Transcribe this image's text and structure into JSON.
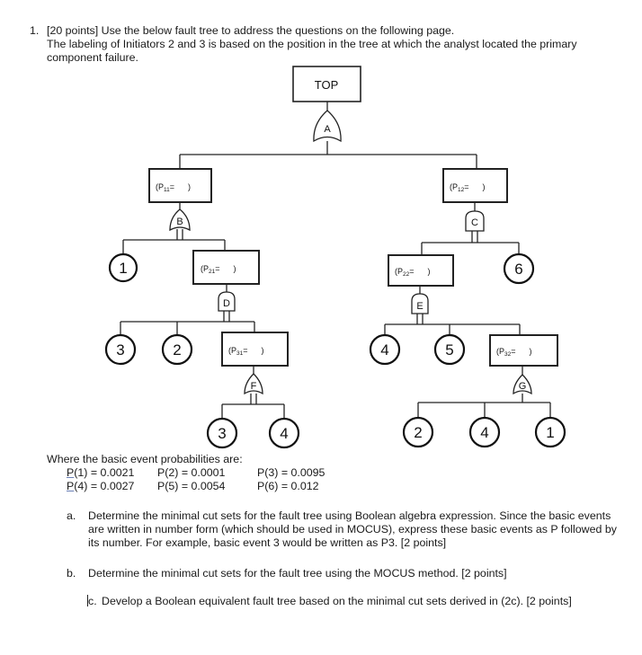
{
  "question": {
    "number": "1.",
    "line1": "[20 points] Use the below fault tree to address the questions on the following page.",
    "line2": "The labeling of Initiators 2 and 3 is based on the position in the tree at which the analyst located the primary",
    "line3": "component failure."
  },
  "tree": {
    "top": "TOP",
    "gates": {
      "A": "A",
      "B": "B",
      "C": "C",
      "D": "D",
      "E": "E",
      "F": "F",
      "G": "G"
    },
    "boxes": {
      "p11": {
        "pre": "(P",
        "sub": "11",
        "post": "=      )"
      },
      "p12": {
        "pre": "(P",
        "sub": "12",
        "post": "=      )"
      },
      "p21": {
        "pre": "(P",
        "sub": "21",
        "post": "=      )"
      },
      "p22": {
        "pre": "(P",
        "sub": "22",
        "post": "=      )"
      },
      "p31": {
        "pre": "(P",
        "sub": "31",
        "post": "=      )"
      },
      "p32": {
        "pre": "(P",
        "sub": "32",
        "post": "=      )"
      }
    },
    "events": {
      "b1": "1",
      "d3": "3",
      "d2": "2",
      "f3": "3",
      "f4": "4",
      "c6": "6",
      "e4": "4",
      "e5": "5",
      "g2": "2",
      "g4": "4",
      "g1": "1"
    }
  },
  "probabilities": {
    "intro": "Where the basic event probabilities are:",
    "p1_prefix": "P",
    "p1": "(1) = 0.0021",
    "p2": "P(2) = 0.0001",
    "p3": "P(3) = 0.0095",
    "p4_prefix": "P",
    "p4": "(4) = 0.0027",
    "p5": "P(5) = 0.0054",
    "p6": "P(6) = 0.012"
  },
  "parts": [
    {
      "label": "a.",
      "text": "Determine the minimal cut sets for the fault tree using Boolean algebra expression. Since the basic events are written in number form (which should be used in MOCUS), express these basic events as P followed by its number. For example, basic event 3 would be written as P3. [2 points]"
    },
    {
      "label": "b.",
      "text": "Determine the minimal cut sets for the fault tree using the MOCUS method. [2 points]"
    },
    {
      "label": "c.",
      "text": "Develop a Boolean equivalent fault tree based on the minimal cut sets derived in (2c). [2 points]"
    }
  ]
}
